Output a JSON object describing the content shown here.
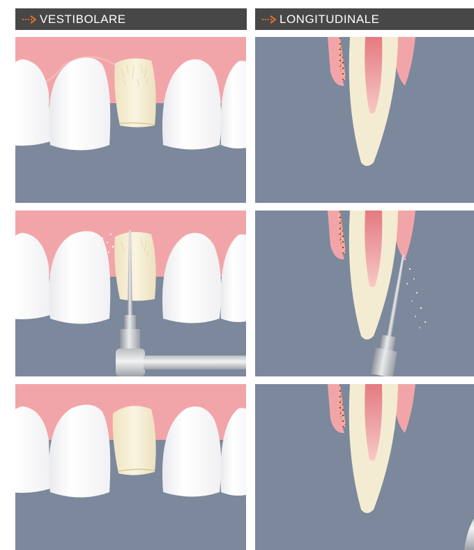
{
  "headers": {
    "left": "VESTIBOLARE",
    "right": "LONGITUDINALE"
  },
  "icons": {
    "header_arrow": "dotted-arrow-right-icon"
  },
  "colors": {
    "header_bg": "#474747",
    "accent_arrow": "#e8742a",
    "background": "#7c889c",
    "gum": "#f2a5a8",
    "tooth": "#ffffff",
    "root_stub": "#f4ecd2",
    "pulp": "#e8888f",
    "bone": "#c96b4a"
  },
  "panels": [
    {
      "row": 1,
      "view": "vestibolare",
      "step": "treated-tooth-stub"
    },
    {
      "row": 1,
      "view": "longitudinale",
      "step": "root-section"
    },
    {
      "row": 2,
      "view": "vestibolare",
      "step": "handpiece-drilling"
    },
    {
      "row": 2,
      "view": "longitudinale",
      "step": "bur-shaping"
    },
    {
      "row": 3,
      "view": "vestibolare",
      "step": "prepared-stub"
    },
    {
      "row": 3,
      "view": "longitudinale",
      "step": "final-root-section"
    }
  ]
}
